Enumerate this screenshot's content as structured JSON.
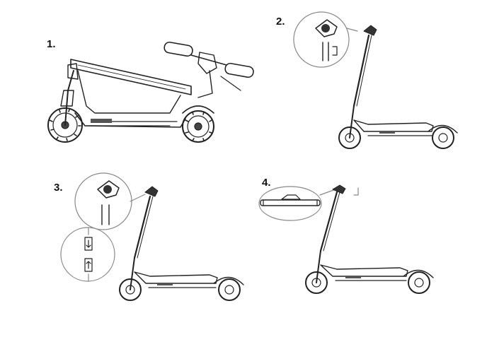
{
  "steps": [
    {
      "number": "1."
    },
    {
      "number": "2."
    },
    {
      "number": "3."
    },
    {
      "number": "4."
    }
  ]
}
